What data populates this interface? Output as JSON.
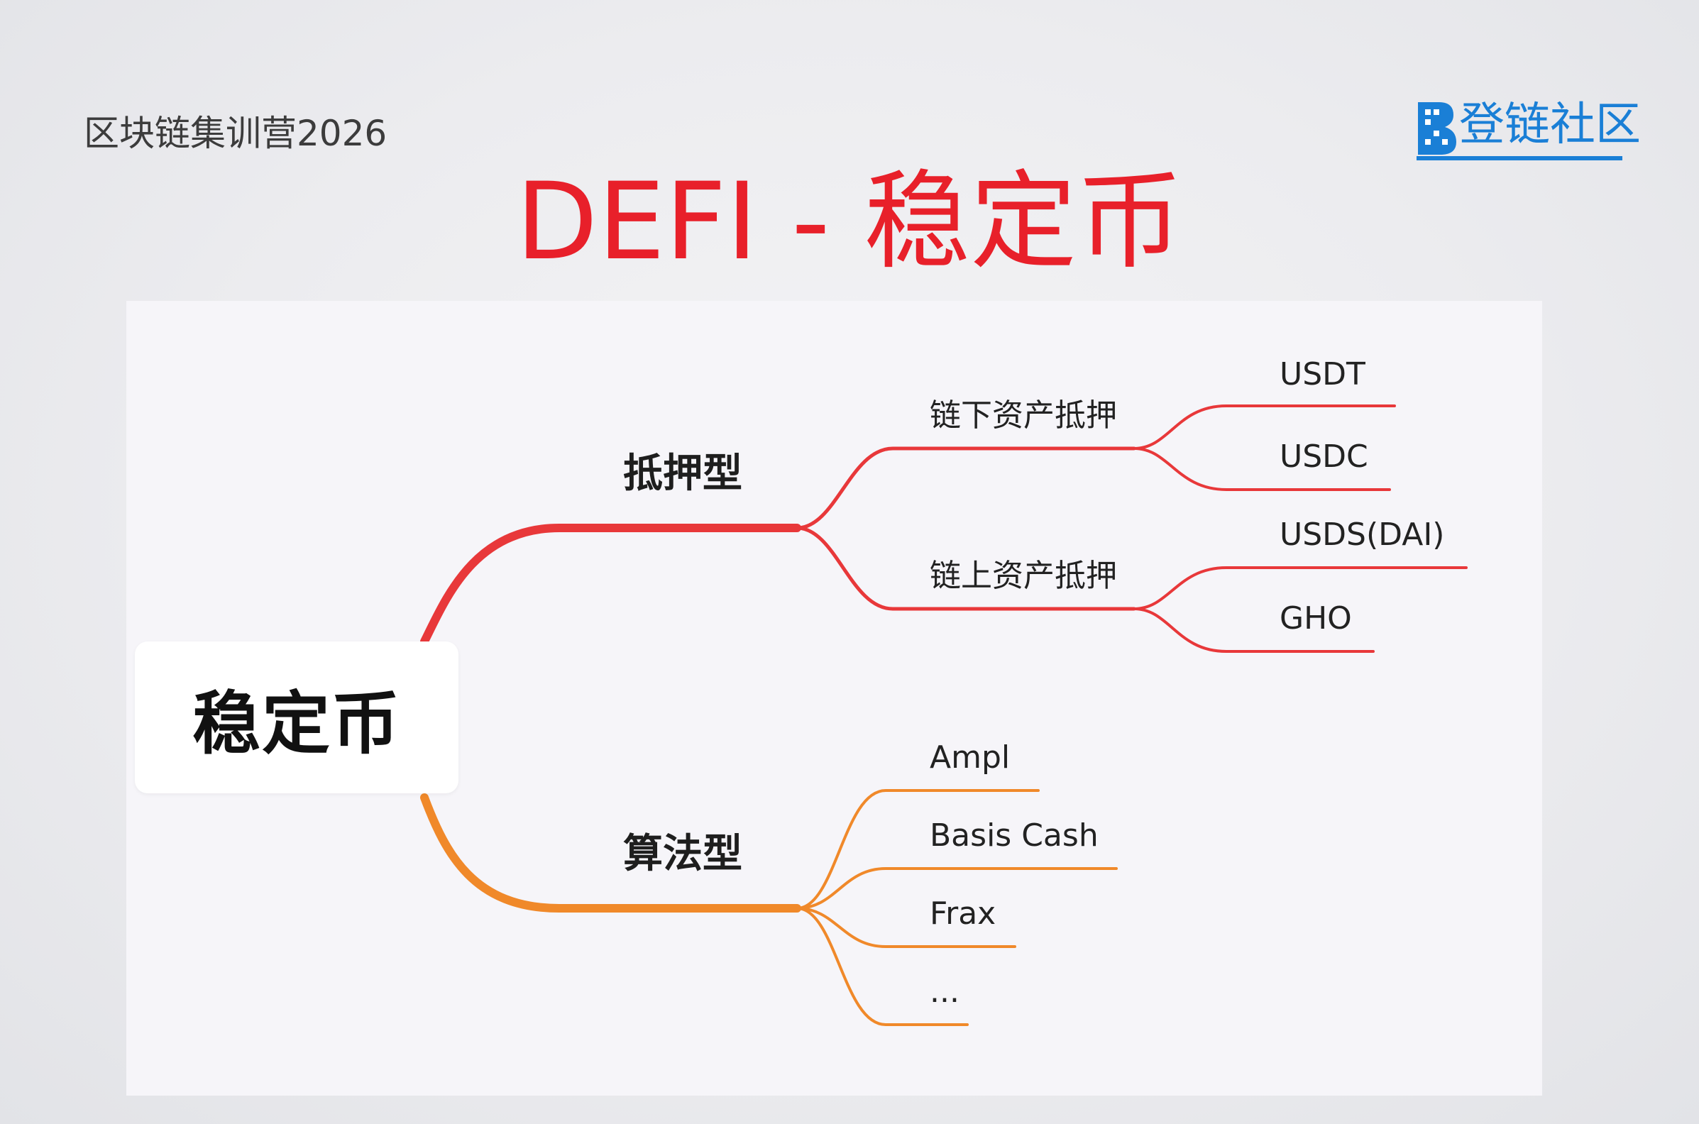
{
  "header": {
    "course": "区块链集训营2026",
    "title": "DEFI - 稳定币"
  },
  "logo": {
    "mark": "B",
    "text": "登链社区",
    "icon": "upchain-logo-icon",
    "color": "#1a7fd6"
  },
  "mindmap": {
    "root": "稳定币",
    "branches": [
      {
        "label": "抵押型",
        "color": "#e8383a",
        "children": [
          {
            "label": "链下资产抵押",
            "children": [
              "USDT",
              "USDC"
            ]
          },
          {
            "label": "链上资产抵押",
            "children": [
              "USDS(DAI)",
              "GHO"
            ]
          }
        ]
      },
      {
        "label": "算法型",
        "color": "#f0892a",
        "children": [
          "Ampl",
          "Basis Cash",
          "Frax",
          "..."
        ]
      }
    ]
  }
}
